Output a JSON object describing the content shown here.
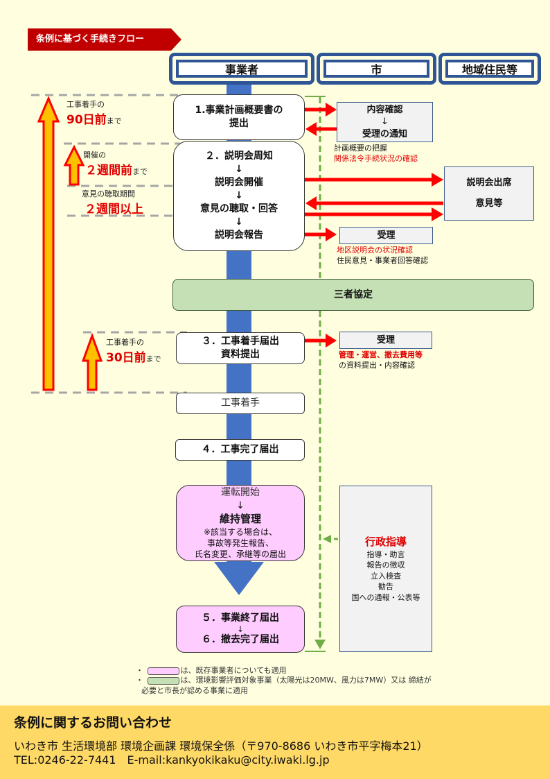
{
  "title": "条例に基づく手続きフロー",
  "lanes": {
    "business": "事業者",
    "city": "市",
    "residents": "地域住民等"
  },
  "timeline": {
    "t90_label": "工事着手の",
    "t90_value": "90日前",
    "t90_suffix": "まで",
    "t2w_label": "開催の",
    "t2w_value": "２週間前",
    "t2w_suffix": "まで",
    "hearing_label": "意見の聴取期間",
    "hearing_value": "２週間以上",
    "t30_label": "工事着手の",
    "t30_value": "30日前",
    "t30_suffix": "まで"
  },
  "steps": {
    "s1_line1": "1.事業計画概要書の",
    "s1_line2": "提出",
    "s2_line1": "２．説明会周知",
    "s2_line2": "説明会開催",
    "s2_line3": "意見の聴取・回答",
    "s2_line4": "説明会報告",
    "agreement": "三者協定",
    "s3_line1": "３．工事着手届出",
    "s3_line2": "資料提出",
    "start_construction": "工事着手",
    "s4": "４．工事完了届出",
    "operation_start": "運転開始",
    "maintenance": "維持管理",
    "maintenance_note1": "※該当する場合は、",
    "maintenance_note2": "事故等発生報告、",
    "maintenance_note3": "氏名変更、承継等の届出",
    "s5": "５．事業終了届出",
    "s6": "６．撤去完了届出",
    "arrow": "↓"
  },
  "city": {
    "review_line1": "内容確認",
    "review_line2": "受理の通知",
    "review_note1": "計画概要の把握",
    "review_note2": "関係法令手続状況の確認",
    "accept1": "受理",
    "accept1_note1": "地区説明会の状況確認",
    "accept1_note2": "住民意見・事業者回答確認",
    "accept2": "受理",
    "accept2_note1": "管理・運営、撤去費用等",
    "accept2_note2": "の資料提出・内容確認",
    "guidance_title": "行政指導",
    "guidance_items": [
      "指導・助言",
      "報告の徴収",
      "立入検査",
      "勧告",
      "国への通報・公表等"
    ]
  },
  "residents": {
    "attend": "説明会出席",
    "opinion": "意見等"
  },
  "legend": {
    "bullet": "・",
    "pink_text": "は、既存事業者についても適用",
    "green_text": "は、環境影響評価対象事業（太陽光は20MW、風力は7MW）又は 締結が",
    "green_text2": "必要と市長が認める事業に適用",
    "pink_color": "#ffccff",
    "green_color": "#c5e0b4"
  },
  "footer": {
    "heading": "条例に関するお問い合わせ",
    "address": "いわき市 生活環境部 環境企画課 環境保全係（〒970-8686 いわき市平字梅本21）",
    "contact": "TEL:0246-22-7441　E-mail:kankyokikaku@city.iwaki.lg.jp"
  },
  "colors": {
    "accent_red": "#e00000",
    "lane_blue": "#2f5597",
    "flow_blue": "#4472c4",
    "guide_green": "#70ad47",
    "background": "#ffffe0",
    "footer_bg": "#ffd966"
  }
}
